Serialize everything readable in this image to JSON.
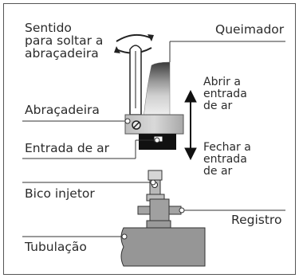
{
  "labels": {
    "sentido": "Sentido\npara soltar a\nabraçadeira",
    "queimador": "Queimador",
    "abrir": "Abrir a\nentrada\nde ar",
    "abracadeira": "Abraçadeira",
    "entrada_ar": "Entrada de ar",
    "fechar": "Fechar a\nentrada\nde ar",
    "bico_injetor": "Bico injetor",
    "registro": "Registro",
    "tubulacao": "Tubulação"
  }
}
